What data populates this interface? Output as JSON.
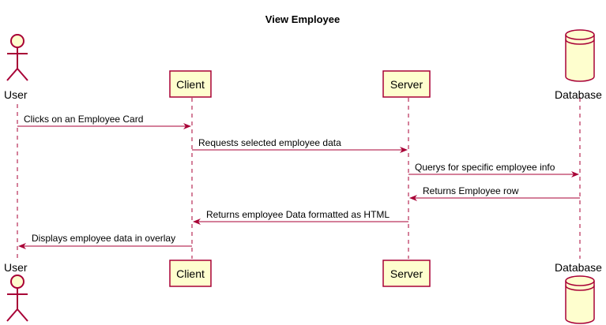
{
  "diagram": {
    "title": "View Employee",
    "participants": [
      {
        "id": "user",
        "name": "User",
        "kind": "actor"
      },
      {
        "id": "client",
        "name": "Client",
        "kind": "participant"
      },
      {
        "id": "server",
        "name": "Server",
        "kind": "participant"
      },
      {
        "id": "database",
        "name": "Database",
        "kind": "database"
      }
    ],
    "messages": [
      {
        "from": "user",
        "to": "client",
        "label": "Clicks on an Employee Card"
      },
      {
        "from": "client",
        "to": "server",
        "label": "Requests selected employee data"
      },
      {
        "from": "server",
        "to": "database",
        "label": "Querys for specific employee info"
      },
      {
        "from": "database",
        "to": "server",
        "label": "Returns Employee row"
      },
      {
        "from": "server",
        "to": "client",
        "label": "Returns employee Data formatted as HTML"
      },
      {
        "from": "client",
        "to": "user",
        "label": "Displays employee data in overlay"
      }
    ],
    "colors": {
      "box_fill": "#FEFECE",
      "box_border": "#A80036",
      "line": "#A80036",
      "text": "#000000"
    }
  }
}
